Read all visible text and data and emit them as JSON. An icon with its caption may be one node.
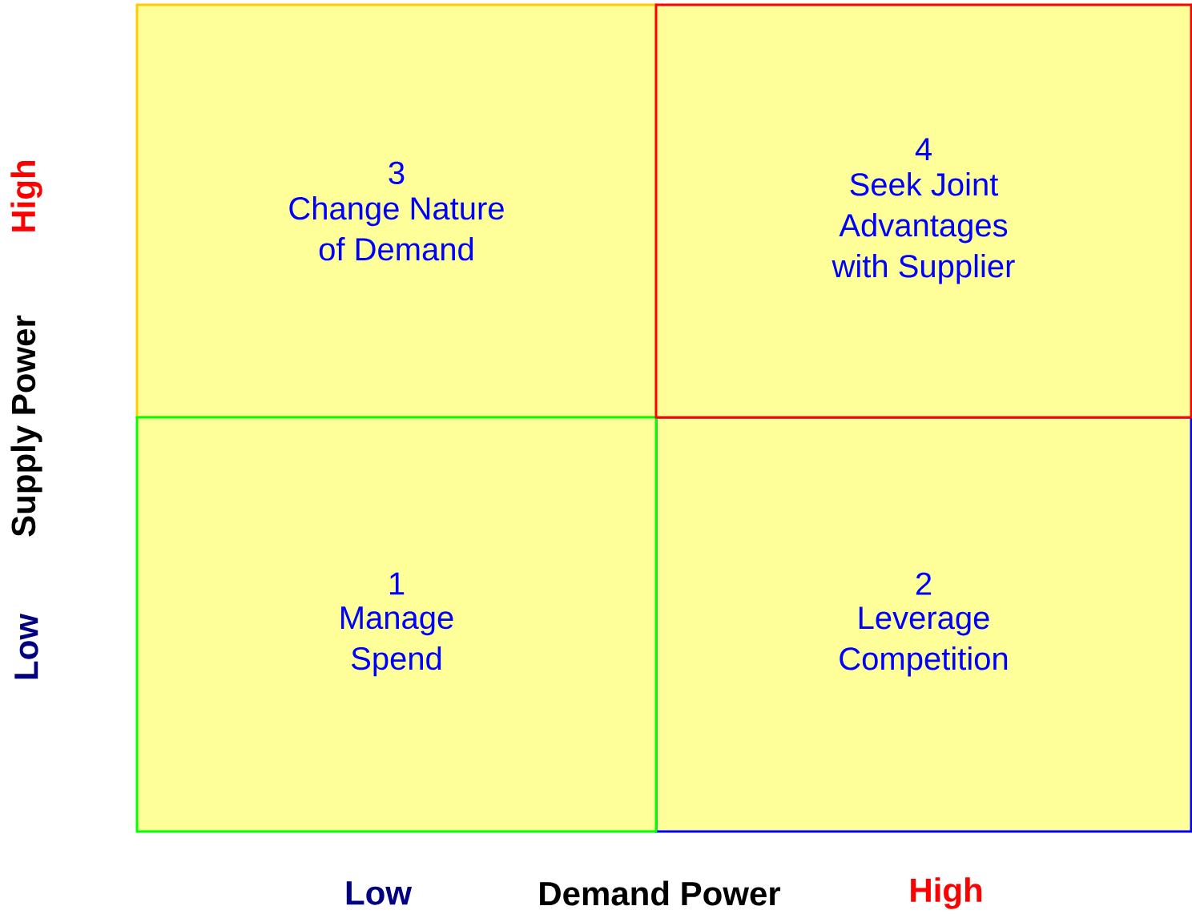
{
  "diagram": {
    "nodes": [
      {
        "text": [
          "3",
          "Change Nature of Demand"
        ]
      },
      {
        "text": [
          "4",
          "Seek Joint Advantages with Supplier"
        ]
      },
      {
        "text": [
          "1",
          "Manage Spend"
        ]
      },
      {
        "text": [
          "2",
          "Leverage Competition"
        ]
      }
    ],
    "labels": [
      "High",
      "Supply Power",
      "Low",
      "Low",
      "Demand Power",
      "High"
    ]
  }
}
